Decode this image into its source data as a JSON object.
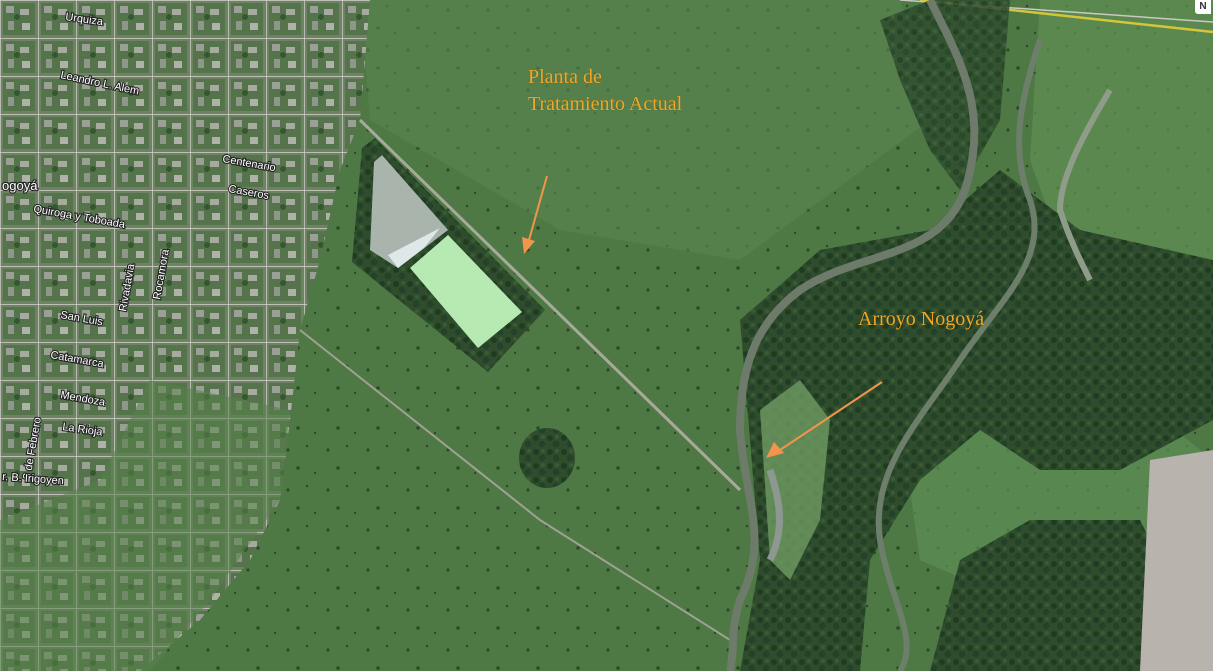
{
  "colors": {
    "annotation_text": "#f5a623",
    "arrow": "#f0954a",
    "field": "#4f7a44",
    "river": "#6e7a6a",
    "lagoon": "#b7eab3",
    "lagoon_grey": "#a9b4ad"
  },
  "annotations": {
    "plant": {
      "line1": "Planta de",
      "line2": "Tratamiento Actual"
    },
    "river": {
      "label": "Arroyo Nogoyá"
    }
  },
  "streets": {
    "urquiza": "Urquiza",
    "leandro_alem": "Leandro L. Alem",
    "centenario": "Centenario",
    "caseros": "Caseros",
    "nogoya": "ogoyá",
    "quiroga": "Quiroga y Toboada",
    "rivadavia": "Rivadavia",
    "rocamora": "Rocamora",
    "san_luis": "San Luis",
    "catamarca": "Catamarca",
    "mendoza": "Mendoza",
    "la_rioja": "La Rioja",
    "tres_febrero": "3 de Febrero",
    "irigoyen": "r. B. Irigoyen"
  },
  "compass": {
    "label": "N"
  },
  "icons": [
    "north-indicator-icon",
    "arrow-to-plant-icon",
    "arrow-to-river-icon"
  ]
}
